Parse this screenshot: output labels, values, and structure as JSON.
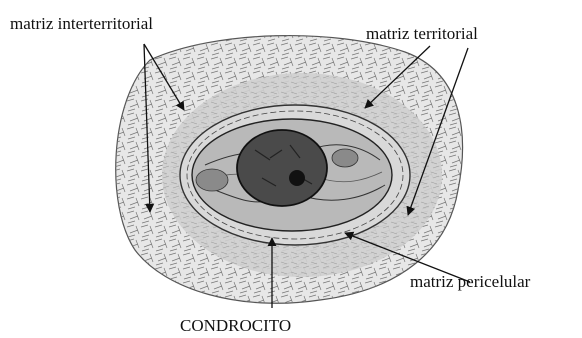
{
  "labels": {
    "interterritorial": "matriz interterritorial",
    "territorial": "matriz territorial",
    "pericelular": "matriz pericelular",
    "condrocito": "CONDROCITO"
  },
  "colors": {
    "ink": "#111111",
    "matrix_outer": "#e7e7e7",
    "matrix_territorial": "#cfcfcf",
    "cell": "#b9b9b9",
    "nucleus": "#4a4a4a"
  },
  "icons": {
    "arrowheads": "filled-triangle"
  }
}
